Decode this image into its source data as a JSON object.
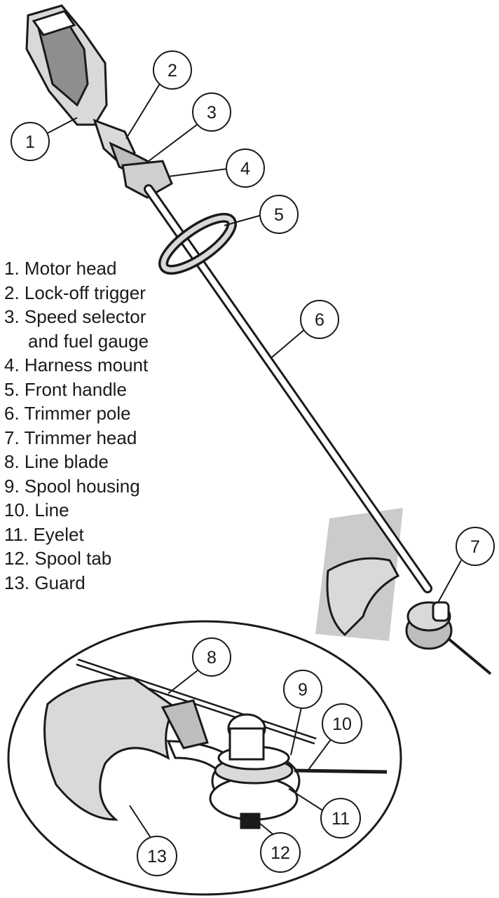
{
  "legend": [
    {
      "num": "1.",
      "label": "Motor head"
    },
    {
      "num": "2.",
      "label": "Lock-off trigger"
    },
    {
      "num": "3.",
      "label": "Speed selector"
    },
    {
      "num": "",
      "label": "and fuel gauge"
    },
    {
      "num": "4.",
      "label": "Harness mount"
    },
    {
      "num": "5.",
      "label": "Front handle"
    },
    {
      "num": "6.",
      "label": "Trimmer pole"
    },
    {
      "num": "7.",
      "label": "Trimmer head"
    },
    {
      "num": "8.",
      "label": "Line blade"
    },
    {
      "num": "9.",
      "label": "Spool housing"
    },
    {
      "num": "10.",
      "label": "Line"
    },
    {
      "num": "11.",
      "label": "Eyelet"
    },
    {
      "num": "12.",
      "label": "Spool tab"
    },
    {
      "num": "13.",
      "label": "Guard"
    }
  ],
  "callouts": [
    "1",
    "2",
    "3",
    "4",
    "5",
    "6",
    "7",
    "8",
    "9",
    "10",
    "11",
    "12",
    "13"
  ],
  "colors": {
    "ink": "#1a1a1a",
    "body_fill": "#d9d9d9",
    "shade": "#9a9a9a",
    "background": "#ffffff"
  }
}
